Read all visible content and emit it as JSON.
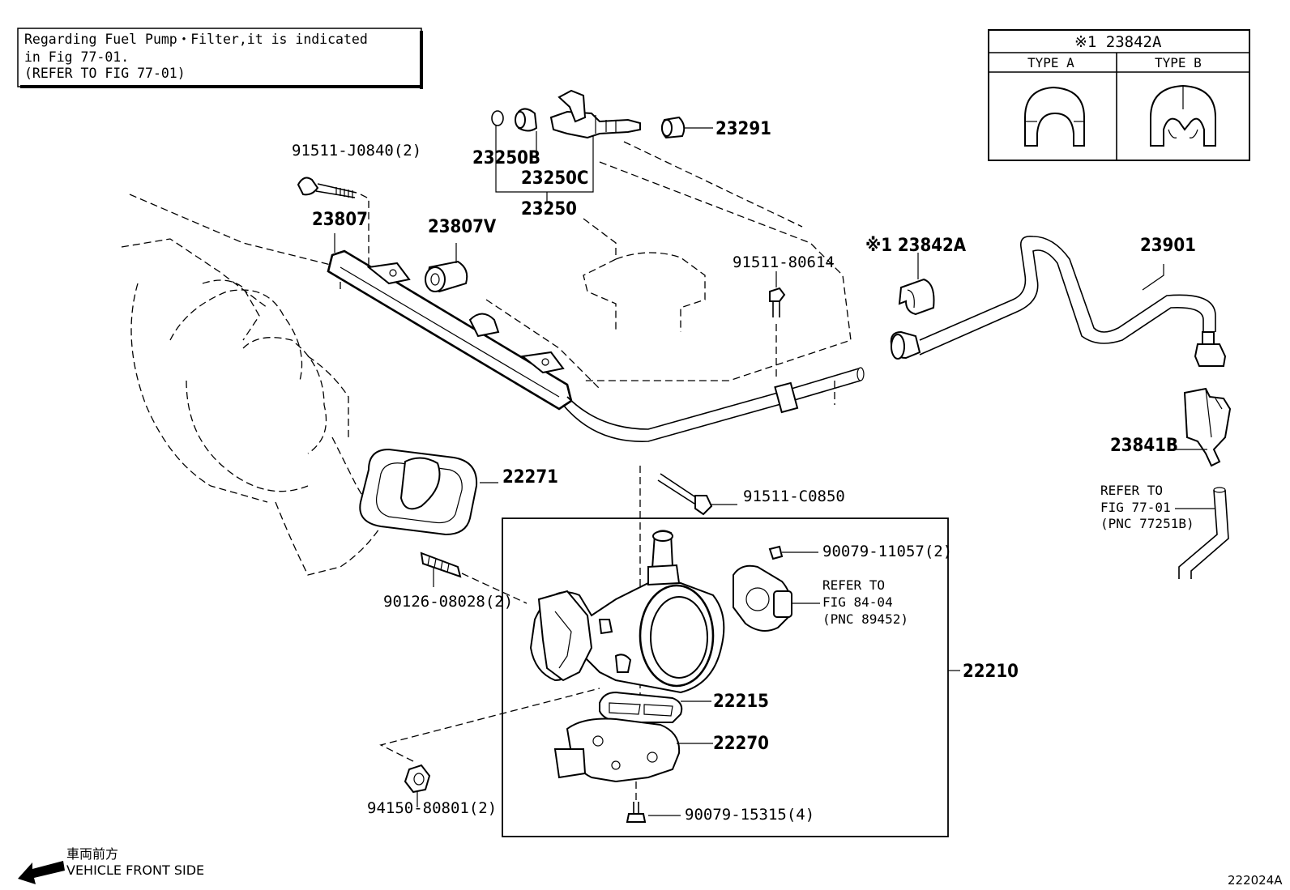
{
  "note": {
    "line1": "Regarding Fuel Pump・Filter,it is indicated",
    "line2": "in Fig 77-01.",
    "line3": "(REFER TO FIG 77-01)"
  },
  "type_table": {
    "header": "※1 23842A",
    "col_a": "TYPE A",
    "col_b": "TYPE B"
  },
  "labels": {
    "p91511_j0840": "91511-J0840(2)",
    "p23807": "23807",
    "p23807v": "23807V",
    "p23250b": "23250B",
    "p23250c": "23250C",
    "p23250": "23250",
    "p23291": "23291",
    "p91511_80614": "91511-80614",
    "p23842a": "※1 23842A",
    "p23901": "23901",
    "p23841b": "23841B",
    "p22271": "22271",
    "p91511_c0850": "91511-C0850",
    "p90079_11057": "90079-11057(2)",
    "p90126_08028": "90126-08028(2)",
    "p22210": "22210",
    "p22215": "22215",
    "p22270": "22270",
    "p94150_80801": "94150-80801(2)",
    "p90079_15315": "90079-15315(4)"
  },
  "refer_fig77": {
    "line1": "REFER TO",
    "line2": "FIG 77-01",
    "line3": "(PNC 77251B)"
  },
  "refer_fig84": {
    "line1": "REFER TO",
    "line2": "FIG 84-04",
    "line3": "(PNC 89452)"
  },
  "direction": {
    "jp": "車両前方",
    "en": "VEHICLE FRONT SIDE"
  },
  "figure_id": "222024A"
}
